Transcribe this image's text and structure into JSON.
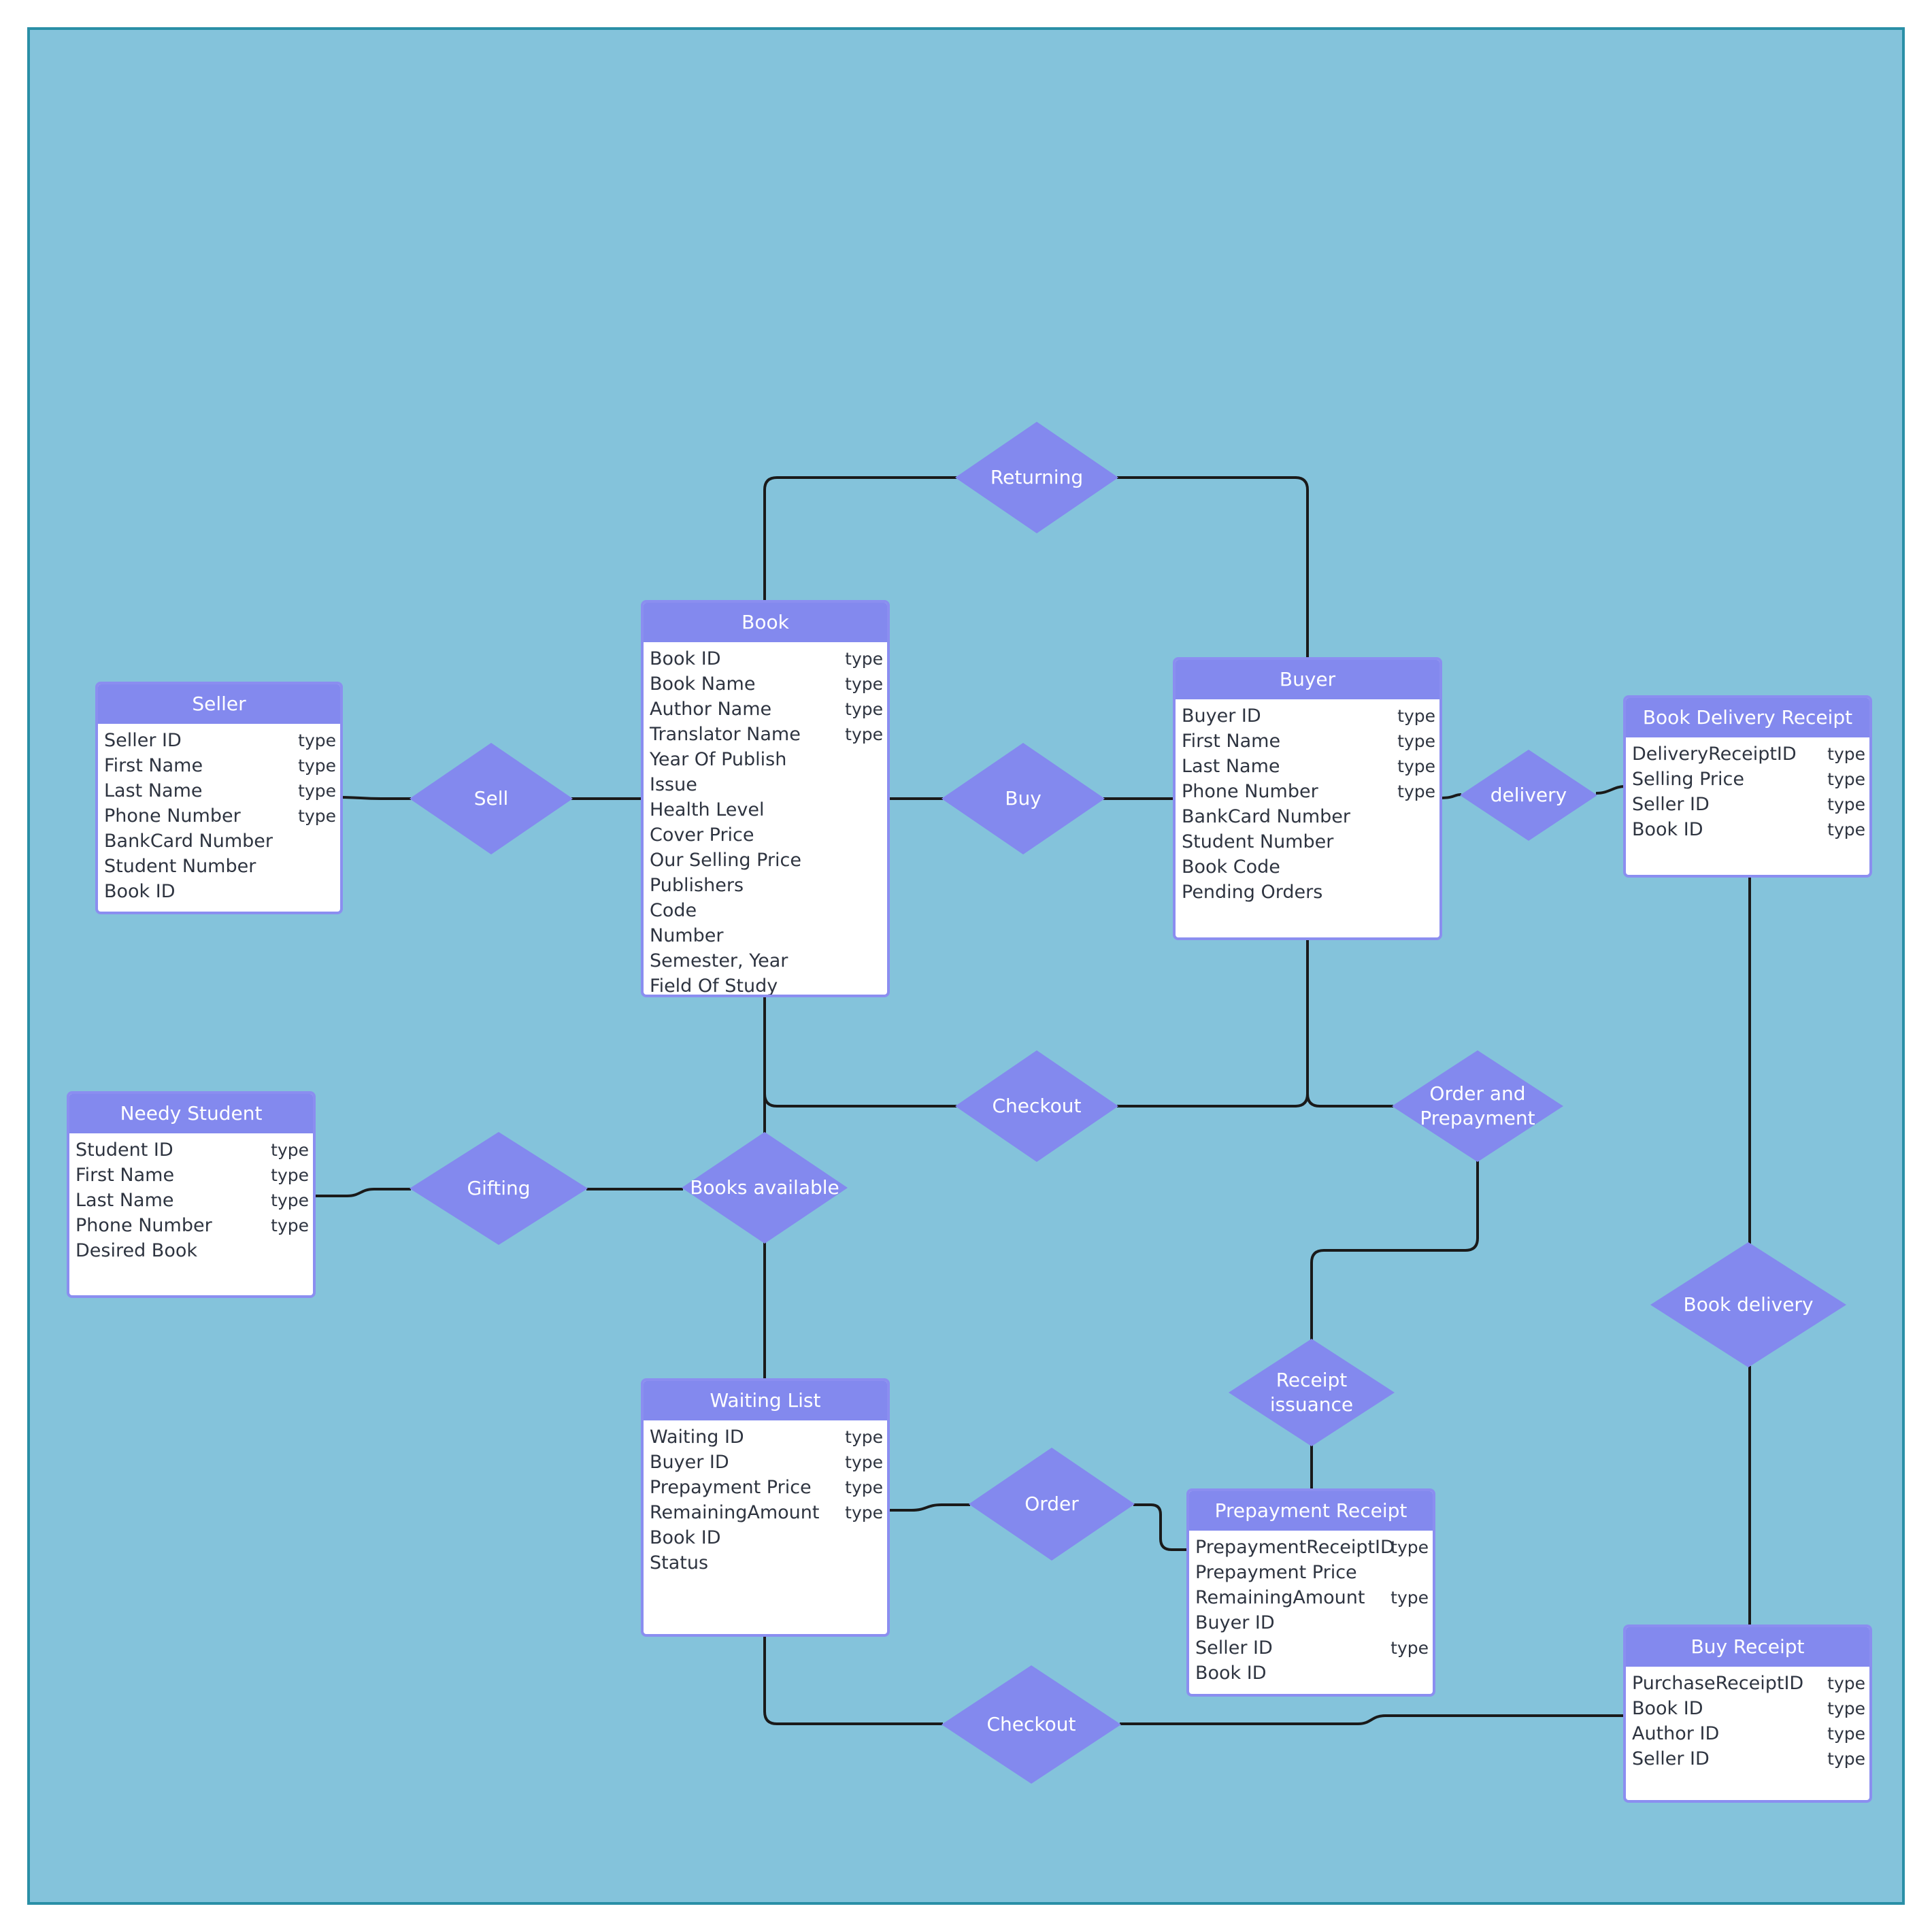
{
  "colors": {
    "canvas": "#84c3db",
    "canvas_border": "#2a8fa6",
    "entity_header": "#8389ee",
    "entity_border": "#8b8ef0",
    "relationship_fill": "#8389ee",
    "connector": "#1a1a1a"
  },
  "entities": {
    "seller": {
      "title": "Seller",
      "rows": [
        {
          "name": "Seller ID",
          "type": "type"
        },
        {
          "name": "First Name",
          "type": "type"
        },
        {
          "name": "Last Name",
          "type": "type"
        },
        {
          "name": "Phone Number",
          "type": "type"
        },
        {
          "name": "BankCard Number",
          "type": ""
        },
        {
          "name": "Student Number",
          "type": ""
        },
        {
          "name": "Book ID",
          "type": ""
        }
      ]
    },
    "book": {
      "title": "Book",
      "rows": [
        {
          "name": "Book ID",
          "type": "type"
        },
        {
          "name": "Book Name",
          "type": "type"
        },
        {
          "name": "Author Name",
          "type": "type"
        },
        {
          "name": "Translator Name",
          "type": "type"
        },
        {
          "name": "Year Of Publish",
          "type": ""
        },
        {
          "name": "Issue",
          "type": ""
        },
        {
          "name": "Health Level",
          "type": ""
        },
        {
          "name": "Cover Price",
          "type": ""
        },
        {
          "name": "Our Selling Price",
          "type": ""
        },
        {
          "name": "Publishers",
          "type": ""
        },
        {
          "name": "Code",
          "type": ""
        },
        {
          "name": "Number",
          "type": ""
        },
        {
          "name": "Semester, Year",
          "type": ""
        },
        {
          "name": "Field Of Study",
          "type": ""
        }
      ]
    },
    "buyer": {
      "title": "Buyer",
      "rows": [
        {
          "name": "Buyer ID",
          "type": "type"
        },
        {
          "name": "First Name",
          "type": "type"
        },
        {
          "name": "Last Name",
          "type": "type"
        },
        {
          "name": "Phone Number",
          "type": "type"
        },
        {
          "name": "BankCard Number",
          "type": ""
        },
        {
          "name": "Student Number",
          "type": ""
        },
        {
          "name": "Book Code",
          "type": ""
        },
        {
          "name": "Pending Orders",
          "type": ""
        }
      ]
    },
    "book_delivery_receipt": {
      "title": "Book Delivery Receipt",
      "rows": [
        {
          "name": "DeliveryReceiptID",
          "type": "type"
        },
        {
          "name": "Selling Price",
          "type": "type"
        },
        {
          "name": "Seller ID",
          "type": "type"
        },
        {
          "name": "Book ID",
          "type": "type"
        }
      ]
    },
    "needy_student": {
      "title": "Needy Student",
      "rows": [
        {
          "name": "Student ID",
          "type": "type"
        },
        {
          "name": "First Name",
          "type": "type"
        },
        {
          "name": "Last Name",
          "type": "type"
        },
        {
          "name": "Phone Number",
          "type": "type"
        },
        {
          "name": "Desired Book",
          "type": ""
        }
      ]
    },
    "waiting_list": {
      "title": "Waiting List",
      "rows": [
        {
          "name": "Waiting ID",
          "type": "type"
        },
        {
          "name": "Buyer ID",
          "type": "type"
        },
        {
          "name": "Prepayment Price",
          "type": "type"
        },
        {
          "name": "RemainingAmount",
          "type": "type"
        },
        {
          "name": "Book ID",
          "type": ""
        },
        {
          "name": "Status",
          "type": ""
        }
      ]
    },
    "prepayment_receipt": {
      "title": "Prepayment Receipt",
      "rows": [
        {
          "name": "PrepaymentReceiptID",
          "type": "type"
        },
        {
          "name": "Prepayment Price",
          "type": ""
        },
        {
          "name": "RemainingAmount",
          "type": "type"
        },
        {
          "name": "Buyer ID",
          "type": ""
        },
        {
          "name": "Seller ID",
          "type": "type"
        },
        {
          "name": "Book ID",
          "type": ""
        }
      ]
    },
    "buy_receipt": {
      "title": "Buy Receipt",
      "rows": [
        {
          "name": "PurchaseReceiptID",
          "type": "type"
        },
        {
          "name": "Book ID",
          "type": "type"
        },
        {
          "name": "Author ID",
          "type": "type"
        },
        {
          "name": "Seller ID",
          "type": "type"
        }
      ]
    }
  },
  "relationships": {
    "returning": "Returning",
    "sell": "Sell",
    "buy": "Buy",
    "delivery": "delivery",
    "checkout_top": "Checkout",
    "order_and_prepayment": "Order and\nPrepayment",
    "gifting": "Gifting",
    "books_available": "Books available",
    "book_delivery": "Book delivery",
    "receipt_issuance": "Receipt\nissuance",
    "order": "Order",
    "checkout_bottom": "Checkout"
  }
}
